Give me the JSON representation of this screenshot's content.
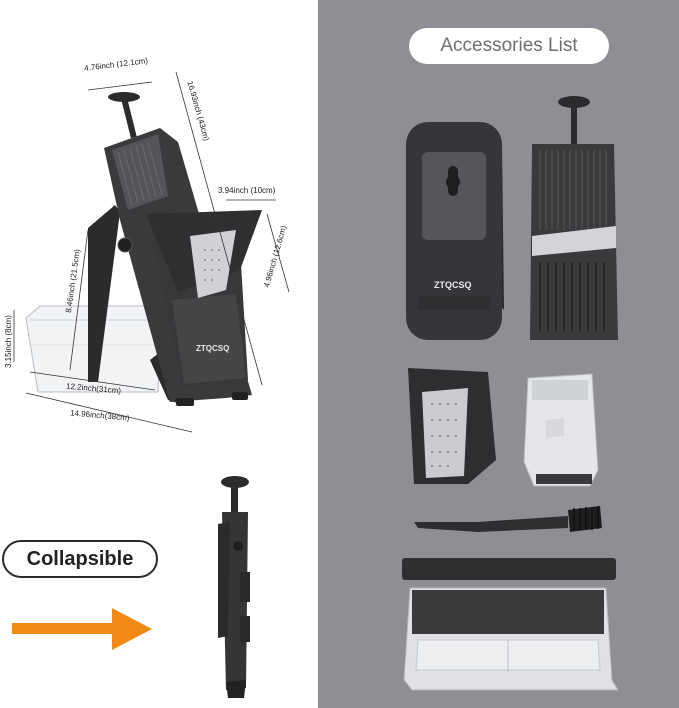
{
  "brand": "ZTQCSQ",
  "accessories_title": "Accessories List",
  "collapsible_label": "Collapsible",
  "dimensions": {
    "top_width": "4.76inch (12.1cm)",
    "height": "16.93inch (43cm)",
    "container_width": "3.94inch (10cm)",
    "container_height": "4.96inch (12.6cm)",
    "leg_height": "8.46inch (21.5cm)",
    "box_height": "3.15inch (8cm)",
    "box_depth": "12.2inch(31cm)",
    "total_depth": "14.96inch(38cm)"
  },
  "colors": {
    "accent_arrow": "#f08a13",
    "right_panel": "#8f8e94",
    "product_dark": "#2e2e30"
  },
  "icons": [
    "arrow-right-icon"
  ]
}
